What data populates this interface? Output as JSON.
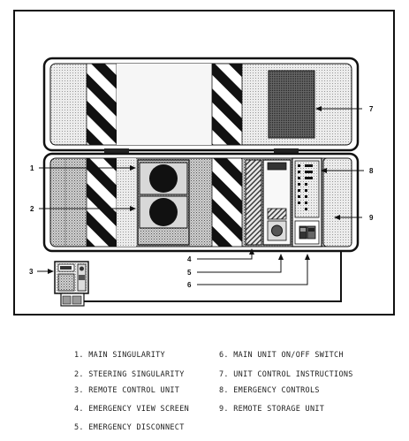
{
  "callouts": [
    "1",
    "2",
    "3",
    "4",
    "5",
    "6",
    "7",
    "8",
    "9"
  ],
  "legend": [
    {
      "num": "1.",
      "text": "MAIN SINGULARITY"
    },
    {
      "num": "2.",
      "text": "STEERING SINGULARITY"
    },
    {
      "num": "3.",
      "text": "REMOTE CONTROL UNIT"
    },
    {
      "num": "4.",
      "text": "EMERGENCY VIEW SCREEN"
    },
    {
      "num": "5.",
      "text": "EMERGENCY DISCONNECT"
    },
    {
      "num": "6.",
      "text": "MAIN UNIT ON/OFF SWITCH"
    },
    {
      "num": "7.",
      "text": "UNIT CONTROL INSTRUCTIONS"
    },
    {
      "num": "8.",
      "text": "EMERGENCY CONTROLS"
    },
    {
      "num": "9.",
      "text": "REMOTE STORAGE UNIT"
    }
  ]
}
